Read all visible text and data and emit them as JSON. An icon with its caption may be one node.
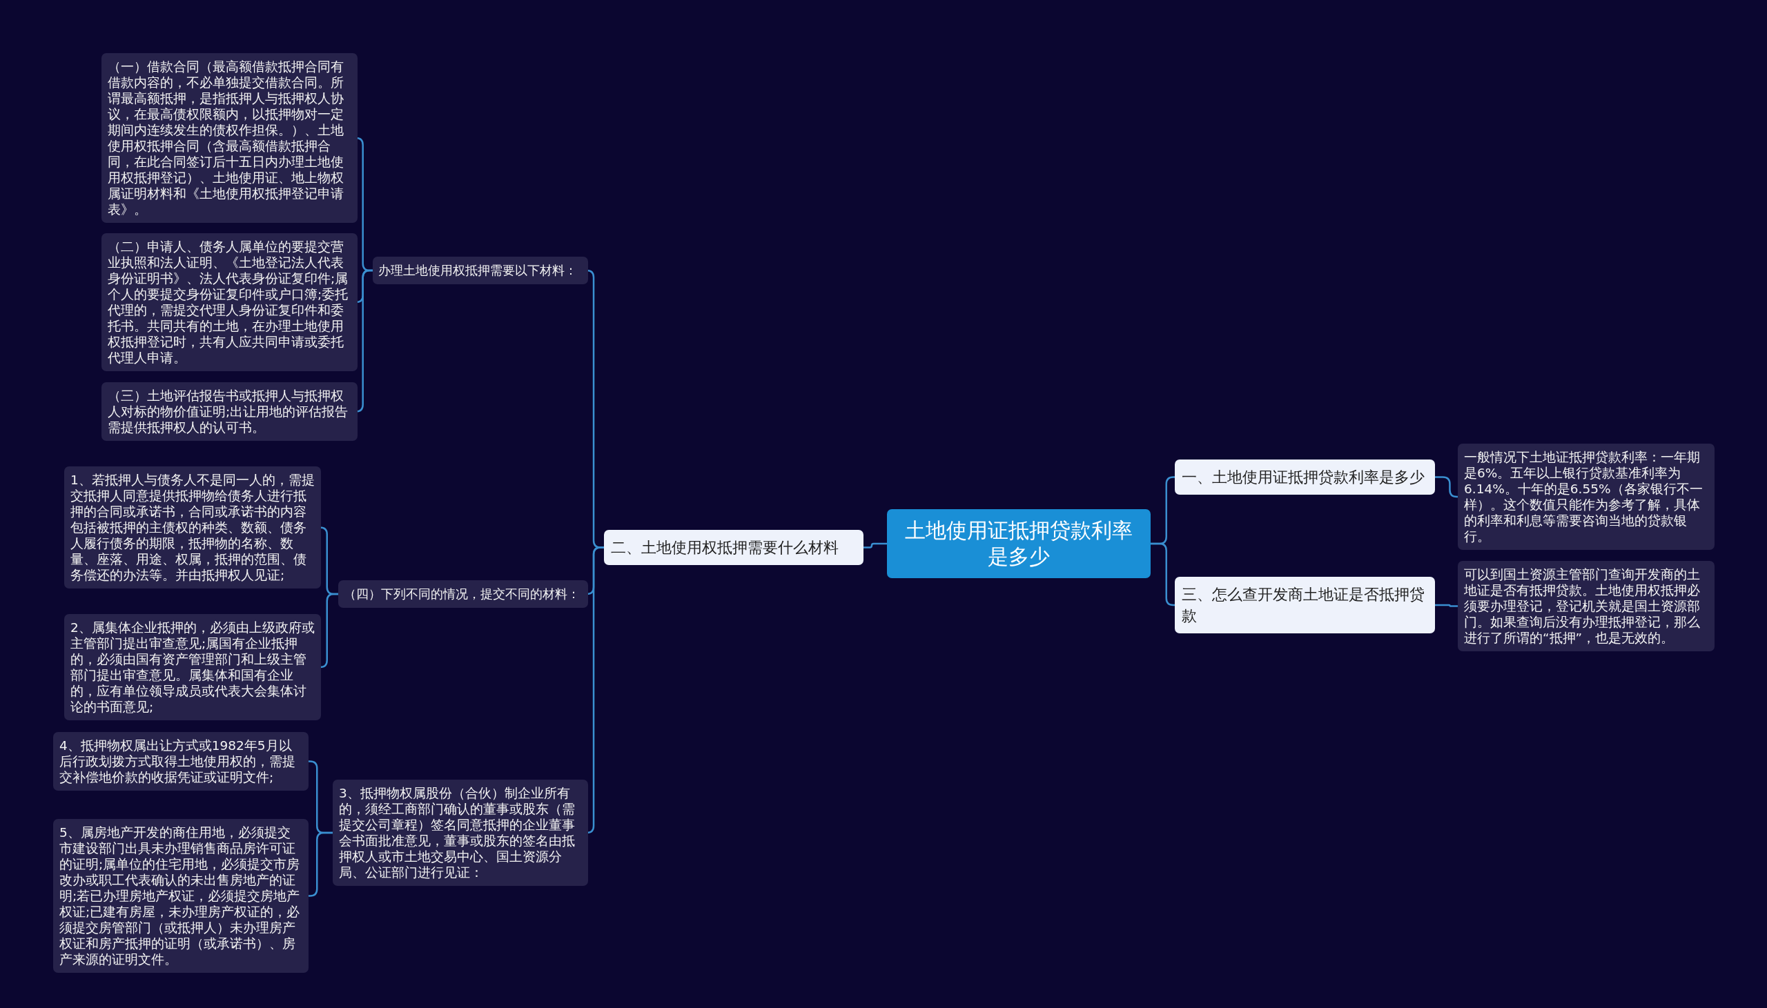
{
  "diagram": {
    "nodes": [
      {
        "text": [
          "土地使用证抵押贷款利率是多少"
        ]
      },
      {
        "text": [
          "一、土地使用证抵押贷款利率是多少"
        ]
      },
      {
        "text": [
          "一般情况下土地证抵押贷款利率：一年期是6%。五年以上银行贷款基准利率为6.14%。十年的是6.55%（各家银行不一样）。这个数值只能作为参考了解，具体的利率和利息等需要咨询当地的贷款银行。"
        ]
      },
      {
        "text": [
          "三、怎么查开发商土地证是否抵押贷款"
        ]
      },
      {
        "text": [
          "可以到国土资源主管部门查询开发商的土地证是否有抵押贷款。土地使用权抵押必须要办理登记，登记机关就是国土资源部门。如果查询后没有办理抵押登记，那么进行了所谓的“抵押”，也是无效的。"
        ]
      },
      {
        "text": [
          "二、土地使用权抵押需要什么材料"
        ]
      },
      {
        "text": [
          "办理土地使用权抵押需要以下材料："
        ]
      },
      {
        "text": [
          "（一）借款合同（最高额借款抵押合同有借款内容的，不必单独提交借款合同。所谓最高额抵押，是指抵押人与抵押权人协议，在最高债权限额内，以抵押物对一定期间内连续发生的债权作担保。）、土地使用权抵押合同（含最高额借款抵押合同，在此合同签订后十五日内办理土地使用权抵押登记）、土地使用证、地上物权属证明材料和《土地使用权抵押登记申请表》。"
        ]
      },
      {
        "text": [
          "（二）申请人、债务人属单位的要提交营业执照和法人证明、《土地登记法人代表身份证明书》、法人代表身份证复印件;属个人的要提交身份证复印件或户口簿;委托代理的，需提交代理人身份证复印件和委托书。共同共有的土地，在办理土地使用权抵押登记时，共有人应共同申请或委托代理人申请。"
        ]
      },
      {
        "text": [
          "（三）土地评估报告书或抵押人与抵押权人对标的物价值证明;出让用地的评估报告需提供抵押权人的认可书。"
        ]
      },
      {
        "text": [
          "（四）下列不同的情况，提交不同的材料："
        ]
      },
      {
        "text": [
          "1、若抵押人与债务人不是同一人的，需提交抵押人同意提供抵押物给债务人进行抵押的合同或承诺书，合同或承诺书的内容包括被抵押的主债权的种类、数额、债务人履行债务的期限，抵押物的名称、数量、座落、用途、权属，抵押的范围、债务偿还的办法等。并由抵押权人见证;"
        ]
      },
      {
        "text": [
          "2、属集体企业抵押的，必须由上级政府或主管部门提出审查意见;属国有企业抵押的，必须由国有资产管理部门和上级主管部门提出审查意见。属集体和国有企业的，应有单位领导成员或代表大会集体讨论的书面意见;"
        ]
      },
      {
        "text": [
          "3、抵押物权属股份（合伙）制企业所有的，须经工商部门确认的董事或股东（需提交公司章程）签名同意抵押的企业董事会书面批准意见，董事或股东的签名由抵押权人或市土地交易中心、国土资源分局、公证部门进行见证："
        ]
      },
      {
        "text": [
          "4、抵押物权属出让方式或1982年5月以后行政划拨方式取得土地使用权的，需提交补偿地价款的收据凭证或证明文件;"
        ]
      },
      {
        "text": [
          "5、属房地产开发的商住用地，必须提交市建设部门出具未办理销售商品房许可证的证明;属单位的住宅用地，必须提交市房改办或职工代表确认的未出售房地产的证明;若已办理房地产权证，必须提交房地产权证;已建有房屋，未办理房产权证的，必须提交房管部门（或抵押人）未办理房产权证和房产抵押的证明（或承诺书）、房产来源的证明文件。"
        ]
      }
    ],
    "edges": [
      {
        "from": 0,
        "to": 1,
        "arrow": "none"
      },
      {
        "from": 1,
        "to": 2,
        "arrow": "none"
      },
      {
        "from": 0,
        "to": 3,
        "arrow": "none"
      },
      {
        "from": 3,
        "to": 4,
        "arrow": "none"
      },
      {
        "from": 0,
        "to": 5,
        "arrow": "none"
      },
      {
        "from": 5,
        "to": 6,
        "arrow": "none"
      },
      {
        "from": 6,
        "to": 7,
        "arrow": "none"
      },
      {
        "from": 6,
        "to": 8,
        "arrow": "none"
      },
      {
        "from": 6,
        "to": 9,
        "arrow": "none"
      },
      {
        "from": 5,
        "to": 10,
        "arrow": "none"
      },
      {
        "from": 10,
        "to": 11,
        "arrow": "none"
      },
      {
        "from": 10,
        "to": 12,
        "arrow": "none"
      },
      {
        "from": 5,
        "to": 13,
        "arrow": "none"
      },
      {
        "from": 13,
        "to": 14,
        "arrow": "none"
      },
      {
        "from": 13,
        "to": 15,
        "arrow": "none"
      }
    ]
  }
}
